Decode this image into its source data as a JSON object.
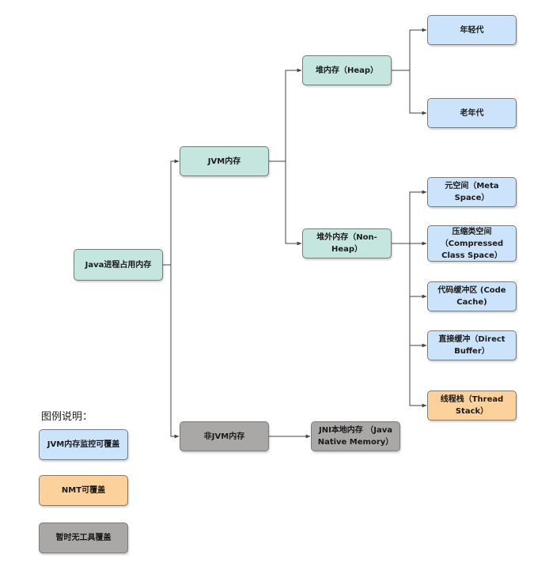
{
  "colors": {
    "jvm_node": "#c4e6df",
    "jvm_monitor": "#cce4fb",
    "nmt": "#fcd19b",
    "no_tool": "#aaa7a7",
    "connector": "#444444"
  },
  "nodes": {
    "root": "Java进程占用内存",
    "jvm": "JVM内存",
    "non_jvm": "非JVM内存",
    "heap": "堆内存（Heap）",
    "non_heap": "堆外内存（Non-Heap）",
    "young": "年轻代",
    "old": "老年代",
    "metaspace": "元空间（Meta Space）",
    "compressed": "压缩类空间（Compressed Class Space）",
    "code_cache": "代码缓冲区 (Code Cache)",
    "direct_buffer": "直接缓冲（Direct Buffer）",
    "thread_stack": "线程栈（Thread Stack）",
    "jni": "JNI本地内存 （Java Native Memory）"
  },
  "legend": {
    "title": "图例说明：",
    "jvm_monitor": "JVM内存监控可覆盖",
    "nmt": "NMT可覆盖",
    "no_tool": "暂时无工具覆盖"
  }
}
